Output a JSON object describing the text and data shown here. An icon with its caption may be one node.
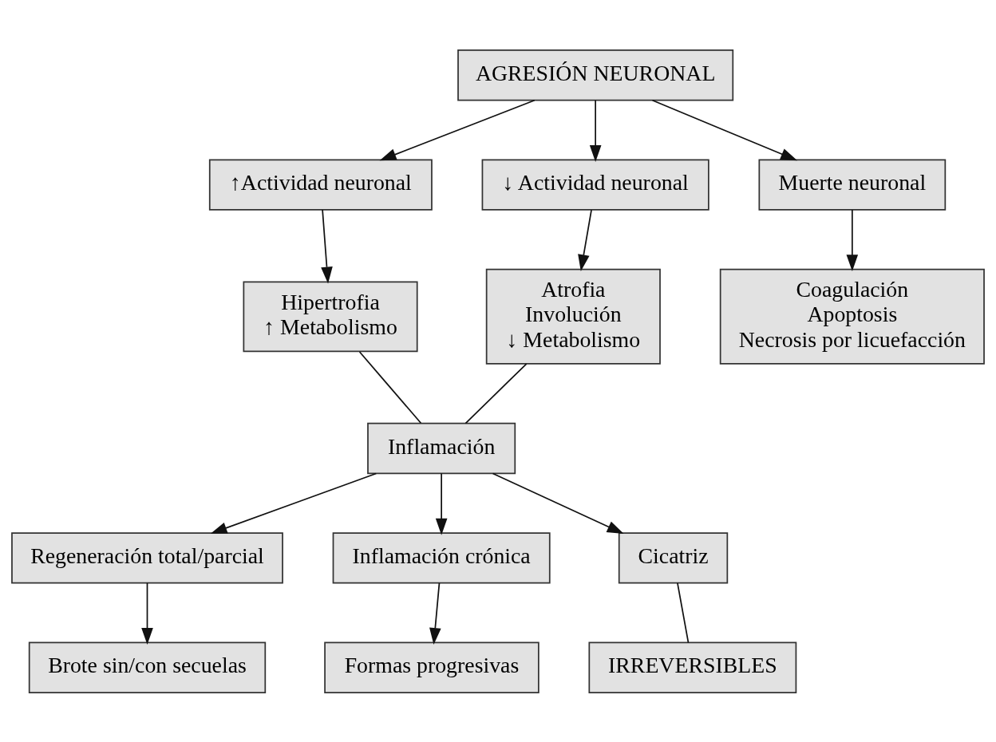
{
  "diagram": {
    "nodes": [
      {
        "text": [
          "AGRESIÓN NEURONAL"
        ]
      },
      {
        "text": [
          "↑Actividad neuronal"
        ]
      },
      {
        "text": [
          "↓ Actividad neuronal"
        ]
      },
      {
        "text": [
          "Muerte neuronal"
        ]
      },
      {
        "text": [
          "Hipertrofia",
          "↑ Metabolismo"
        ]
      },
      {
        "text": [
          "Atrofia",
          "Involución",
          "↓ Metabolismo"
        ]
      },
      {
        "text": [
          "Coagulación",
          "Apoptosis",
          "Necrosis por licuefacción"
        ]
      },
      {
        "text": [
          "Inflamación"
        ]
      },
      {
        "text": [
          "Regeneración total/parcial"
        ]
      },
      {
        "text": [
          "Inflamación crónica"
        ]
      },
      {
        "text": [
          "Cicatriz"
        ]
      },
      {
        "text": [
          "Brote sin/con secuelas"
        ]
      },
      {
        "text": [
          "Formas progresivas"
        ]
      },
      {
        "text": [
          "IRREVERSIBLES"
        ]
      }
    ],
    "edges": [
      {
        "from": 0,
        "to": 1,
        "arrow": "to"
      },
      {
        "from": 0,
        "to": 2,
        "arrow": "to"
      },
      {
        "from": 0,
        "to": 3,
        "arrow": "to"
      },
      {
        "from": 1,
        "to": 4,
        "arrow": "to"
      },
      {
        "from": 2,
        "to": 5,
        "arrow": "to"
      },
      {
        "from": 3,
        "to": 6,
        "arrow": "to"
      },
      {
        "from": 4,
        "to": 7,
        "arrow": "none"
      },
      {
        "from": 5,
        "to": 7,
        "arrow": "none"
      },
      {
        "from": 7,
        "to": 8,
        "arrow": "to"
      },
      {
        "from": 7,
        "to": 9,
        "arrow": "to"
      },
      {
        "from": 7,
        "to": 10,
        "arrow": "to"
      },
      {
        "from": 8,
        "to": 11,
        "arrow": "to"
      },
      {
        "from": 9,
        "to": 12,
        "arrow": "to"
      },
      {
        "from": 10,
        "to": 13,
        "arrow": "none"
      }
    ]
  }
}
